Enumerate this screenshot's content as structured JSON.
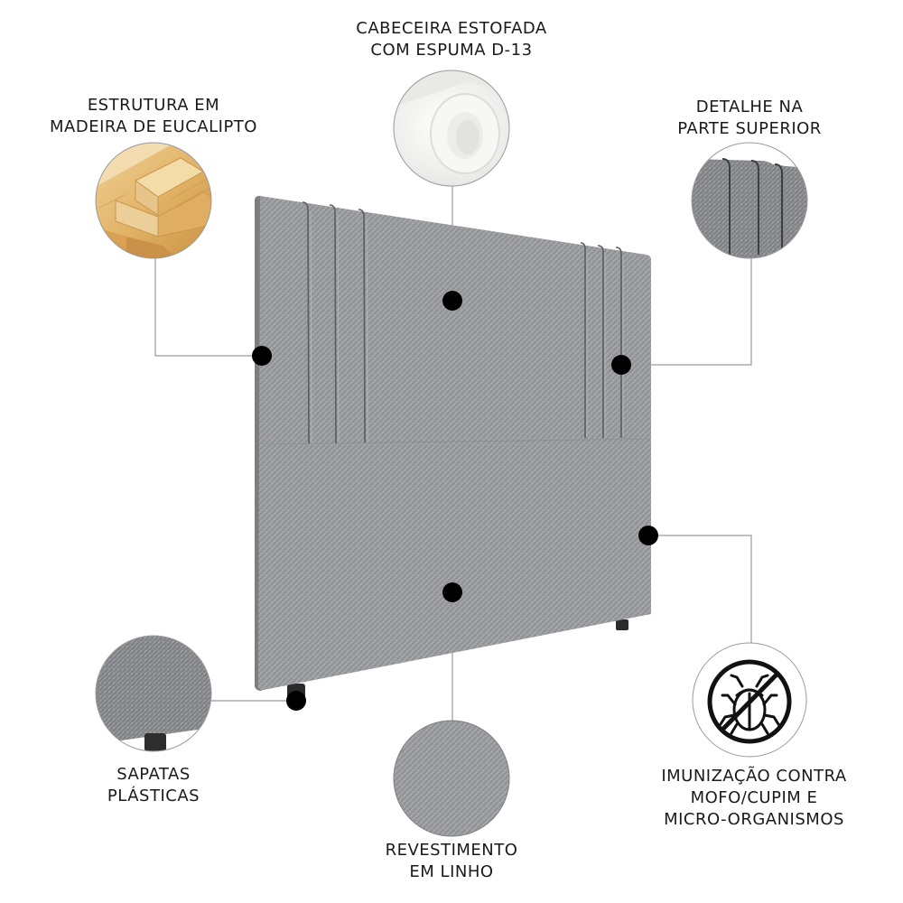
{
  "infographic": {
    "product": "Cabeceira estofada",
    "fabric_color": "#9a9b9e",
    "callouts": [
      {
        "id": "espuma",
        "lines": [
          "CABECEIRA ESTOFADA",
          "COM ESPUMA D-13"
        ],
        "image": "foam-roll"
      },
      {
        "id": "estrutura",
        "lines": [
          "ESTRUTURA EM",
          "MADEIRA DE EUCALIPTO"
        ],
        "image": "wood-planks"
      },
      {
        "id": "detalhe",
        "lines": [
          "DETALHE NA",
          "PARTE SUPERIOR"
        ],
        "image": "top-pleat-detail"
      },
      {
        "id": "sapatas",
        "lines": [
          "SAPATAS",
          "PLÁSTICAS"
        ],
        "image": "plastic-foot"
      },
      {
        "id": "revestimento",
        "lines": [
          "REVESTIMENTO",
          "EM LINHO"
        ],
        "image": "linen-fabric"
      },
      {
        "id": "imunizacao",
        "lines": [
          "IMUNIZAÇÃO CONTRA",
          "MOFO/CUPIM E",
          "MICRO-ORGANISMOS"
        ],
        "image": "no-bug-icon"
      }
    ]
  }
}
